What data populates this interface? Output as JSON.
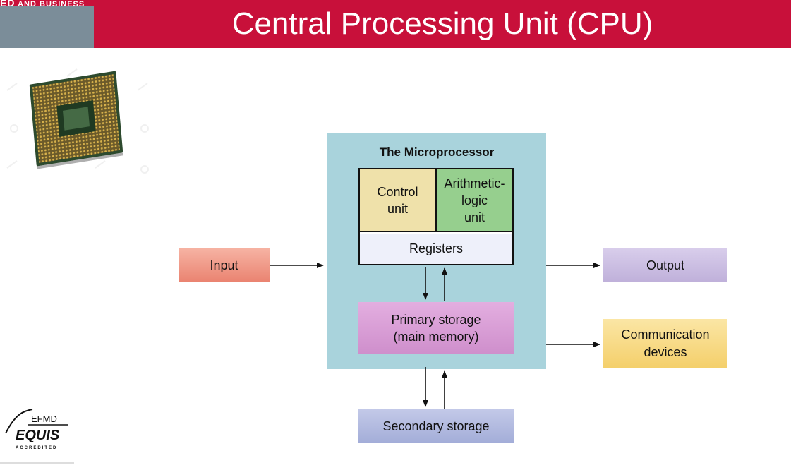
{
  "header": {
    "title": "Central Processing Unit (CPU)",
    "logo_fragment": "AND BUSINESS",
    "brand_color": "#c8103a",
    "side_color": "#7b8d99"
  },
  "chip_photo": {
    "icon": "cpu-chip-photo"
  },
  "diagram": {
    "microprocessor_title": "The Microprocessor",
    "control_unit": [
      "Control",
      "unit"
    ],
    "alu": [
      "Arithmetic-",
      "logic",
      "unit"
    ],
    "registers": "Registers",
    "primary_storage": [
      "Primary storage",
      "(main memory)"
    ],
    "input": "Input",
    "output": "Output",
    "communication": [
      "Communication",
      "devices"
    ],
    "secondary_storage": "Secondary storage",
    "colors": {
      "microprocessor": "#a9d3dc",
      "control_unit": "#efe1aa",
      "alu": "#96cf8e",
      "registers": "#eef0fa",
      "primary_storage": "#d99fd6",
      "input": "#ef9a88",
      "output": "#ccc0e2",
      "communication": "#f7da85",
      "secondary_storage": "#b3bbe0"
    }
  },
  "accreditation": {
    "top": "EFMD",
    "main": "EQUIS",
    "sub": "ACCREDITED"
  }
}
